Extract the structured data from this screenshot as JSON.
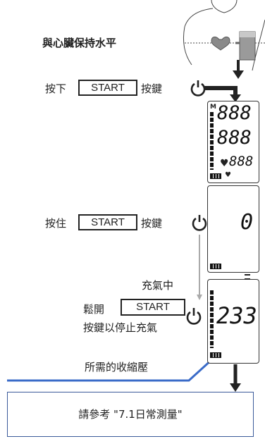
{
  "step1": {
    "label": "與心臟保持水平"
  },
  "step2": {
    "prefix": "按下",
    "key": "START",
    "suffix": "按鍵"
  },
  "step3": {
    "prefix": "按住",
    "key": "START",
    "suffix": "按鍵"
  },
  "step4": {
    "inflating": "充氣中",
    "release_prefix": "鬆開",
    "key": "START",
    "release_suffix": "按鍵以停止充氣"
  },
  "step5": {
    "label": "所需的收縮壓"
  },
  "display1": {
    "mem": "M",
    "row1": "888",
    "row2": "888",
    "row3": "888"
  },
  "display2": {
    "digit": "0"
  },
  "display3": {
    "value": "233"
  },
  "note": {
    "text": "請參考 \"7.1日常測量\""
  },
  "icons": [
    "power-icon",
    "heart-icon",
    "battery-icon",
    "arrow-down-icon"
  ]
}
